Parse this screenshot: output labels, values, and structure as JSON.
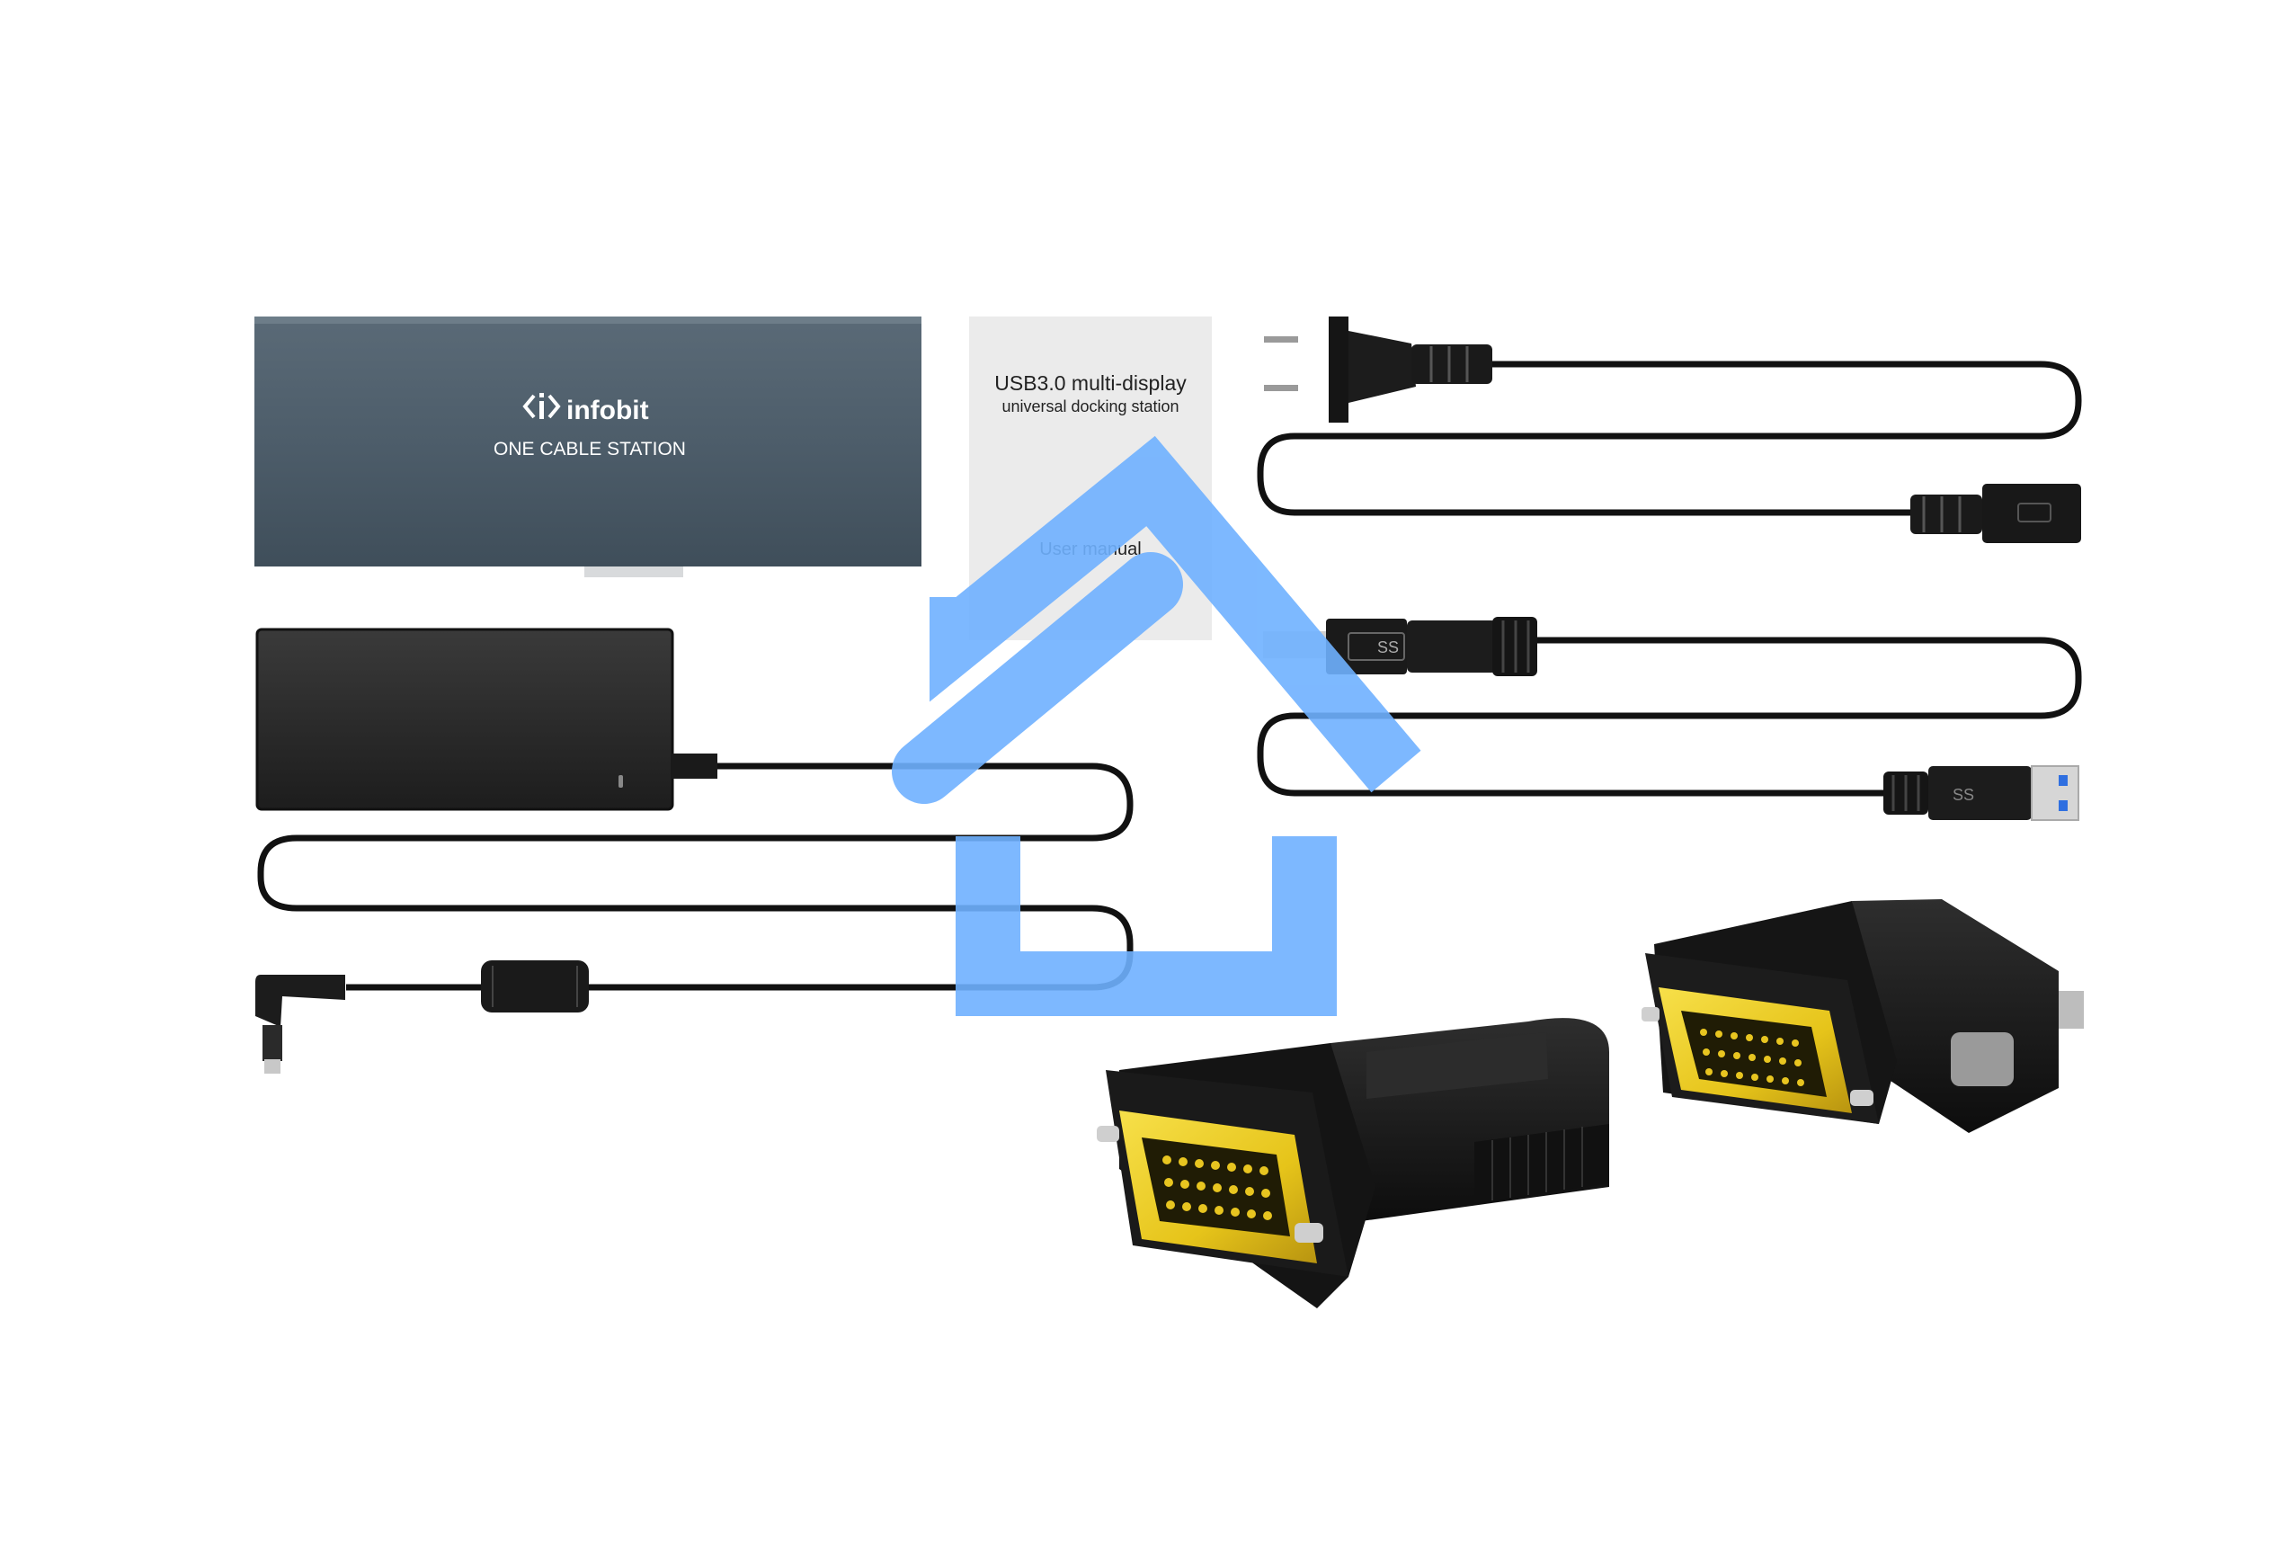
{
  "dock": {
    "brand": "infobit",
    "model": "ONE CABLE STATION",
    "body_color": "#4a5a67"
  },
  "manual": {
    "title": "USB3.0 multi-display",
    "subtitle": "universal docking station",
    "footer": "User manual"
  },
  "usb_plug_label": "SS",
  "home_icon": {
    "name": "home-icon",
    "color": "#6fb1ff"
  },
  "items": [
    "docking-station",
    "user-manual",
    "power-adapter",
    "ac-power-cord",
    "usb3-cable",
    "dvi-to-hdmi-adapter",
    "dvi-to-vga-adapter"
  ]
}
